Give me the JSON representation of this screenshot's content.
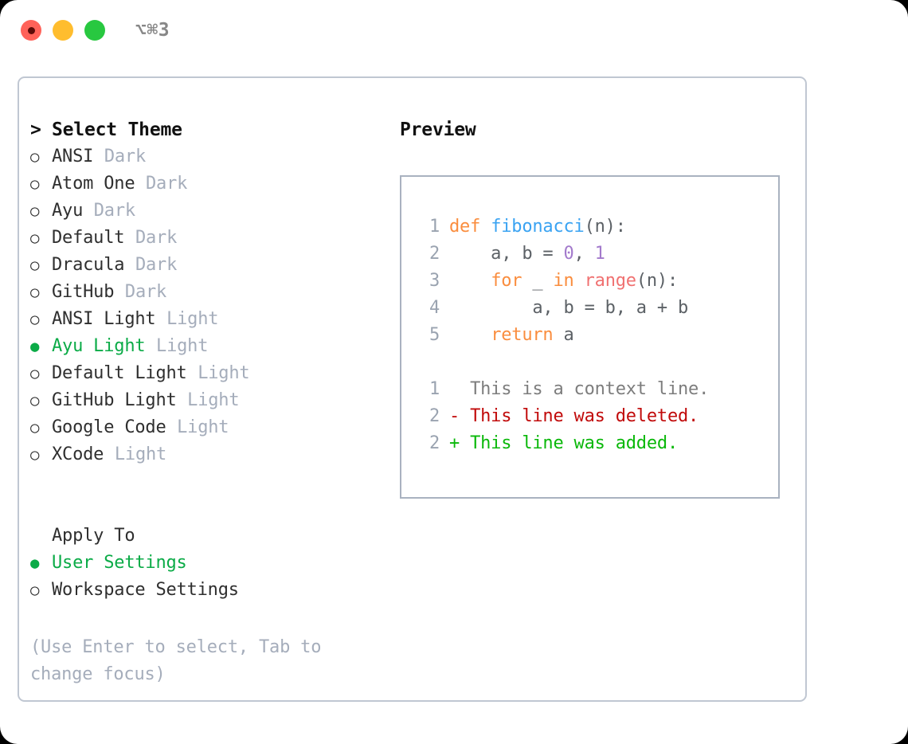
{
  "titlebar": {
    "shortcut": "⌥⌘3",
    "lights": [
      "close-red",
      "minimize-yellow",
      "maximize-green"
    ]
  },
  "theme_list": {
    "header_caret": ">",
    "header_label": "Select Theme",
    "bullet_selected": "●",
    "bullet_unselected": "○",
    "selected_color": "#0bab47",
    "items": [
      {
        "name": "ANSI",
        "kind": "Dark",
        "selected": false
      },
      {
        "name": "Atom One",
        "kind": "Dark",
        "selected": false
      },
      {
        "name": "Ayu",
        "kind": "Dark",
        "selected": false
      },
      {
        "name": "Default",
        "kind": "Dark",
        "selected": false
      },
      {
        "name": "Dracula",
        "kind": "Dark",
        "selected": false
      },
      {
        "name": "GitHub",
        "kind": "Dark",
        "selected": false
      },
      {
        "name": "ANSI Light",
        "kind": "Light",
        "selected": false
      },
      {
        "name": "Ayu Light",
        "kind": "Light",
        "selected": true
      },
      {
        "name": "Default Light",
        "kind": "Light",
        "selected": false
      },
      {
        "name": "GitHub Light",
        "kind": "Light",
        "selected": false
      },
      {
        "name": "Google Code",
        "kind": "Light",
        "selected": false
      },
      {
        "name": "XCode",
        "kind": "Light",
        "selected": false
      }
    ]
  },
  "apply_to": {
    "label": "Apply To",
    "options": [
      {
        "name": "User Settings",
        "selected": true
      },
      {
        "name": "Workspace Settings",
        "selected": false
      }
    ]
  },
  "hint": "(Use Enter to select, Tab to change focus)",
  "preview": {
    "title": "Preview",
    "code_lines": [
      {
        "no": "1",
        "tokens": [
          {
            "t": "def ",
            "c": "kw"
          },
          {
            "t": "fibonacci",
            "c": "fn"
          },
          {
            "t": "(n):",
            "c": "pl"
          }
        ]
      },
      {
        "no": "2",
        "tokens": [
          {
            "t": "    a, b = ",
            "c": "pl"
          },
          {
            "t": "0",
            "c": "num"
          },
          {
            "t": ", ",
            "c": "pl"
          },
          {
            "t": "1",
            "c": "num"
          }
        ]
      },
      {
        "no": "3",
        "tokens": [
          {
            "t": "    ",
            "c": "pl"
          },
          {
            "t": "for",
            "c": "kw"
          },
          {
            "t": " _ ",
            "c": "pl"
          },
          {
            "t": "in",
            "c": "kw"
          },
          {
            "t": " ",
            "c": "pl"
          },
          {
            "t": "range",
            "c": "bi"
          },
          {
            "t": "(n):",
            "c": "pl"
          }
        ]
      },
      {
        "no": "4",
        "tokens": [
          {
            "t": "        a, b = b, a + b",
            "c": "pl"
          }
        ]
      },
      {
        "no": "5",
        "tokens": [
          {
            "t": "    ",
            "c": "pl"
          },
          {
            "t": "return",
            "c": "kw"
          },
          {
            "t": " a",
            "c": "pl"
          }
        ]
      }
    ],
    "diff_lines": [
      {
        "no": "1",
        "marker": " ",
        "text": "  This is a context line.",
        "kind": "context"
      },
      {
        "no": "2",
        "marker": "-",
        "text": "- This line was deleted.",
        "kind": "deleted"
      },
      {
        "no": "2",
        "marker": "+",
        "text": "+ This line was added.",
        "kind": "added"
      }
    ]
  }
}
